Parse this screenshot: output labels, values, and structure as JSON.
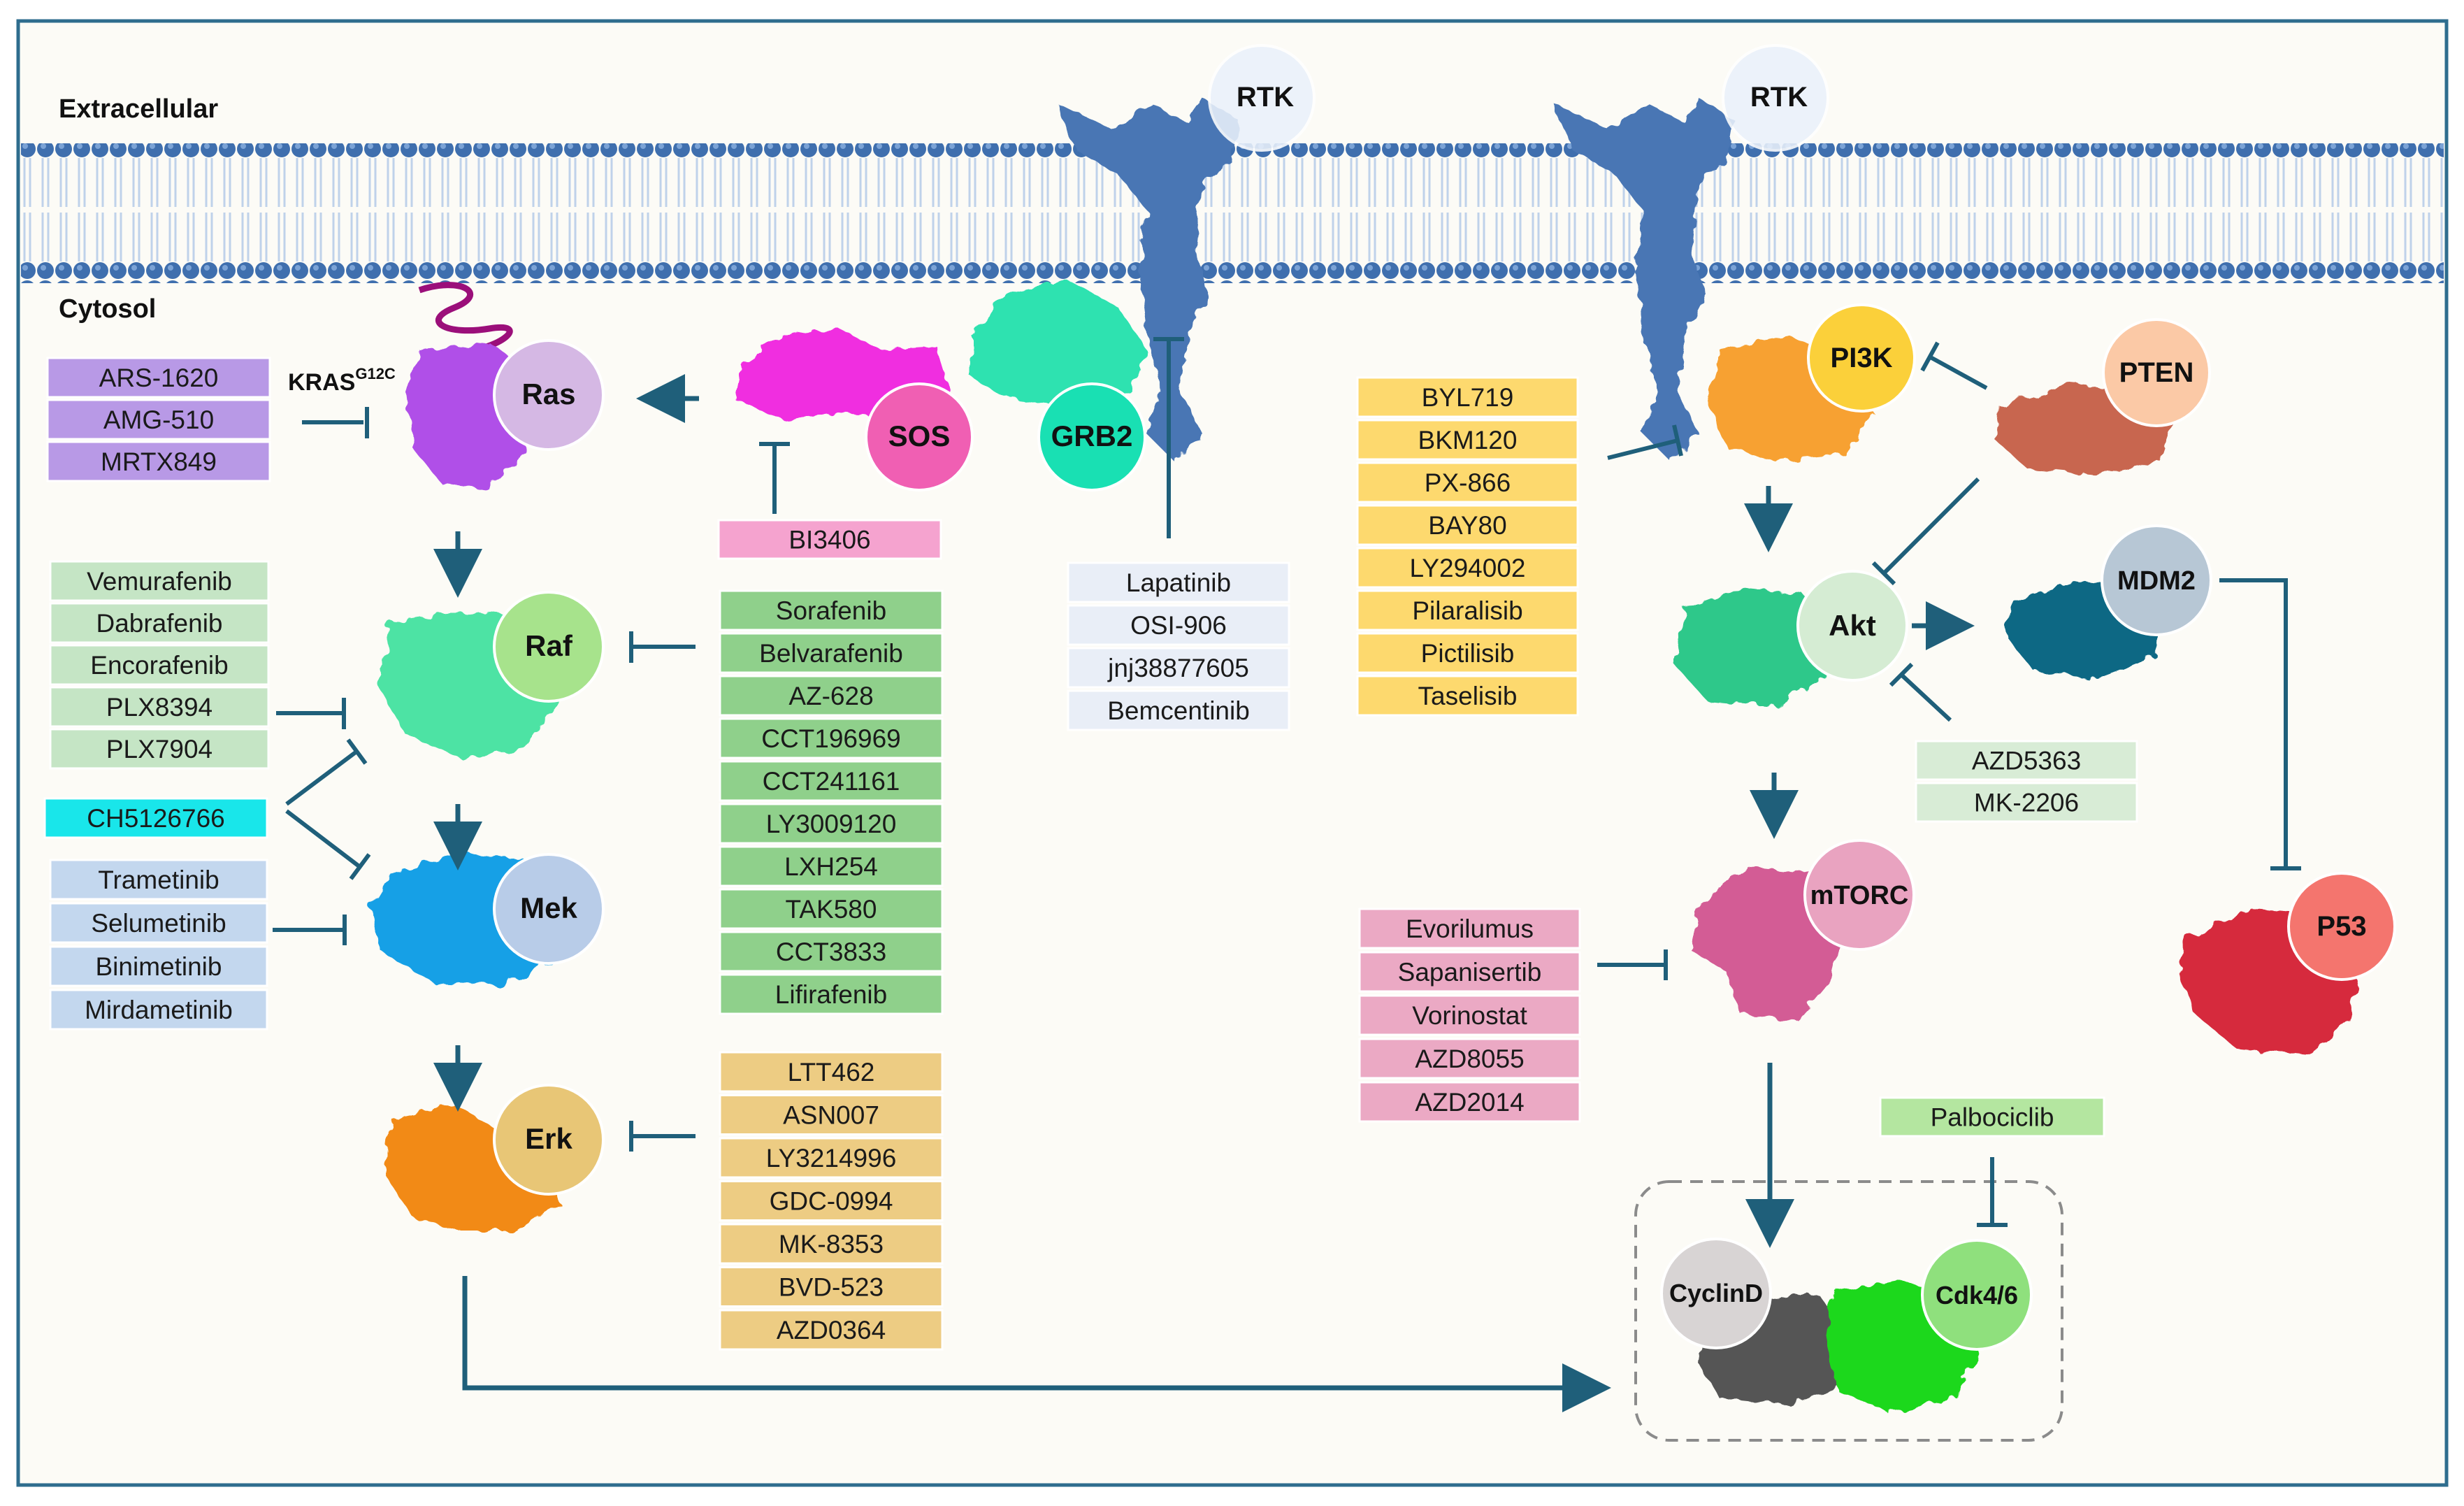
{
  "compartments": {
    "extracellular": "Extracellular",
    "cytosol": "Cytosol"
  },
  "receptors": [
    "RTK",
    "RTK"
  ],
  "proteins": {
    "ras": "Ras",
    "raf": "Raf",
    "mek": "Mek",
    "erk": "Erk",
    "sos": "SOS",
    "grb2": "GRB2",
    "pi3k": "PI3K",
    "pten": "PTEN",
    "akt": "Akt",
    "mdm2": "MDM2",
    "mtorc": "mTORC",
    "p53": "P53",
    "cyclind": "CyclinD",
    "cdk46": "Cdk4/6"
  },
  "kras_label": {
    "base": "KRAS",
    "sup": "G12C"
  },
  "inhibitor_groups": [
    {
      "id": "kras",
      "color": "#b899e6",
      "items": [
        "ARS-1620",
        "AMG-510",
        "MRTX849"
      ]
    },
    {
      "id": "raf_left",
      "color": "#c5e5c5",
      "items": [
        "Vemurafenib",
        "Dabrafenib",
        "Encorafenib",
        "PLX8394",
        "PLX7904"
      ]
    },
    {
      "id": "ch",
      "color": "#19e6ea",
      "items": [
        "CH5126766"
      ]
    },
    {
      "id": "mek",
      "color": "#c3d7ee",
      "items": [
        "Trametinib",
        "Selumetinib",
        "Binimetinib",
        "Mirdametinib"
      ]
    },
    {
      "id": "sos",
      "color": "#f5a3cf",
      "items": [
        "BI3406"
      ]
    },
    {
      "id": "raf_right",
      "color": "#8fd08b",
      "items": [
        "Sorafenib",
        "Belvarafenib",
        "AZ-628",
        "CCT196969",
        "CCT241161",
        "LY3009120",
        "LXH254",
        "TAK580",
        "CCT3833",
        "Lifirafenib"
      ]
    },
    {
      "id": "erk",
      "color": "#edcc83",
      "items": [
        "LTT462",
        "ASN007",
        "LY3214996",
        "GDC-0994",
        "MK-8353",
        "BVD-523",
        "AZD0364"
      ]
    },
    {
      "id": "rtk",
      "color": "#e9eef7",
      "items": [
        "Lapatinib",
        "OSI-906",
        "jnj38877605",
        "Bemcentinib"
      ]
    },
    {
      "id": "pi3k",
      "color": "#fdd96e",
      "items": [
        "BYL719",
        "BKM120",
        "PX-866",
        "BAY80",
        "LY294002",
        "Pilaralisib",
        "Pictilisib",
        "Taselisib"
      ]
    },
    {
      "id": "akt",
      "color": "#d8ecd6",
      "items": [
        "AZD5363",
        "MK-2206"
      ]
    },
    {
      "id": "mtor",
      "color": "#eba9c4",
      "items": [
        "Evorilumus",
        "Sapanisertib",
        "Vorinostat",
        "AZD8055",
        "AZD2014"
      ]
    },
    {
      "id": "cdk",
      "color": "#b4e6a0",
      "items": [
        "Palbociclib"
      ]
    }
  ],
  "colors": {
    "arrow": "#1f5f7a",
    "frame": "#2e6d8e",
    "membrane": "#4a78b4",
    "background": "#fcfbf6"
  }
}
